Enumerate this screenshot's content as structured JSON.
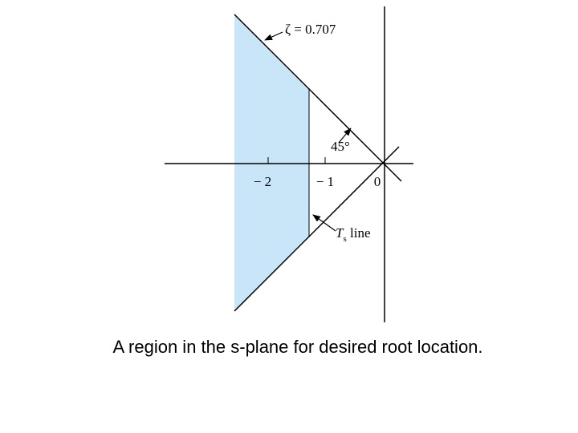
{
  "diagram": {
    "zeta_label": "ζ = 0.707",
    "angle_label": "45°",
    "ts_label_main": "T",
    "ts_label_sub": "s",
    "ts_label_rest": " line",
    "ticks": [
      "− 2",
      "− 1",
      "0"
    ]
  },
  "caption": "A region in the s-plane for desired root location.",
  "colors": {
    "region_fill": "#c8e6f8",
    "line": "#000000"
  }
}
